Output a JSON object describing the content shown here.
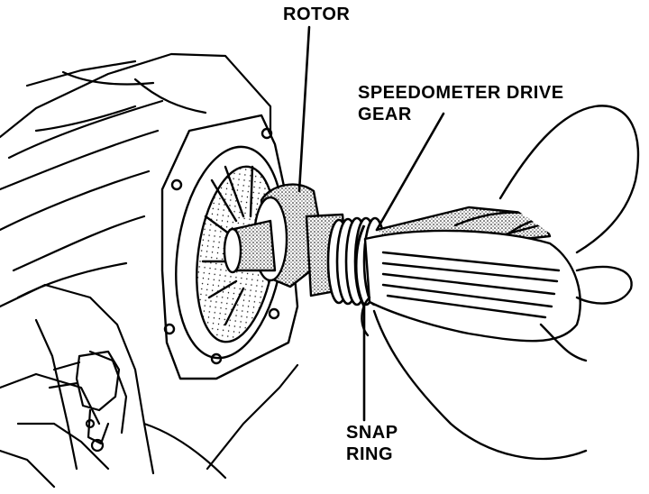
{
  "callouts": {
    "rotor": "ROTOR",
    "speedometer_drive_gear": [
      "SPEEDOMETER DRIVE",
      "GEAR"
    ],
    "snap_ring": [
      "SNAP",
      "RING"
    ]
  },
  "colors": {
    "ink": "#000000",
    "paper": "#ffffff",
    "shade": "#6b6b6b"
  }
}
